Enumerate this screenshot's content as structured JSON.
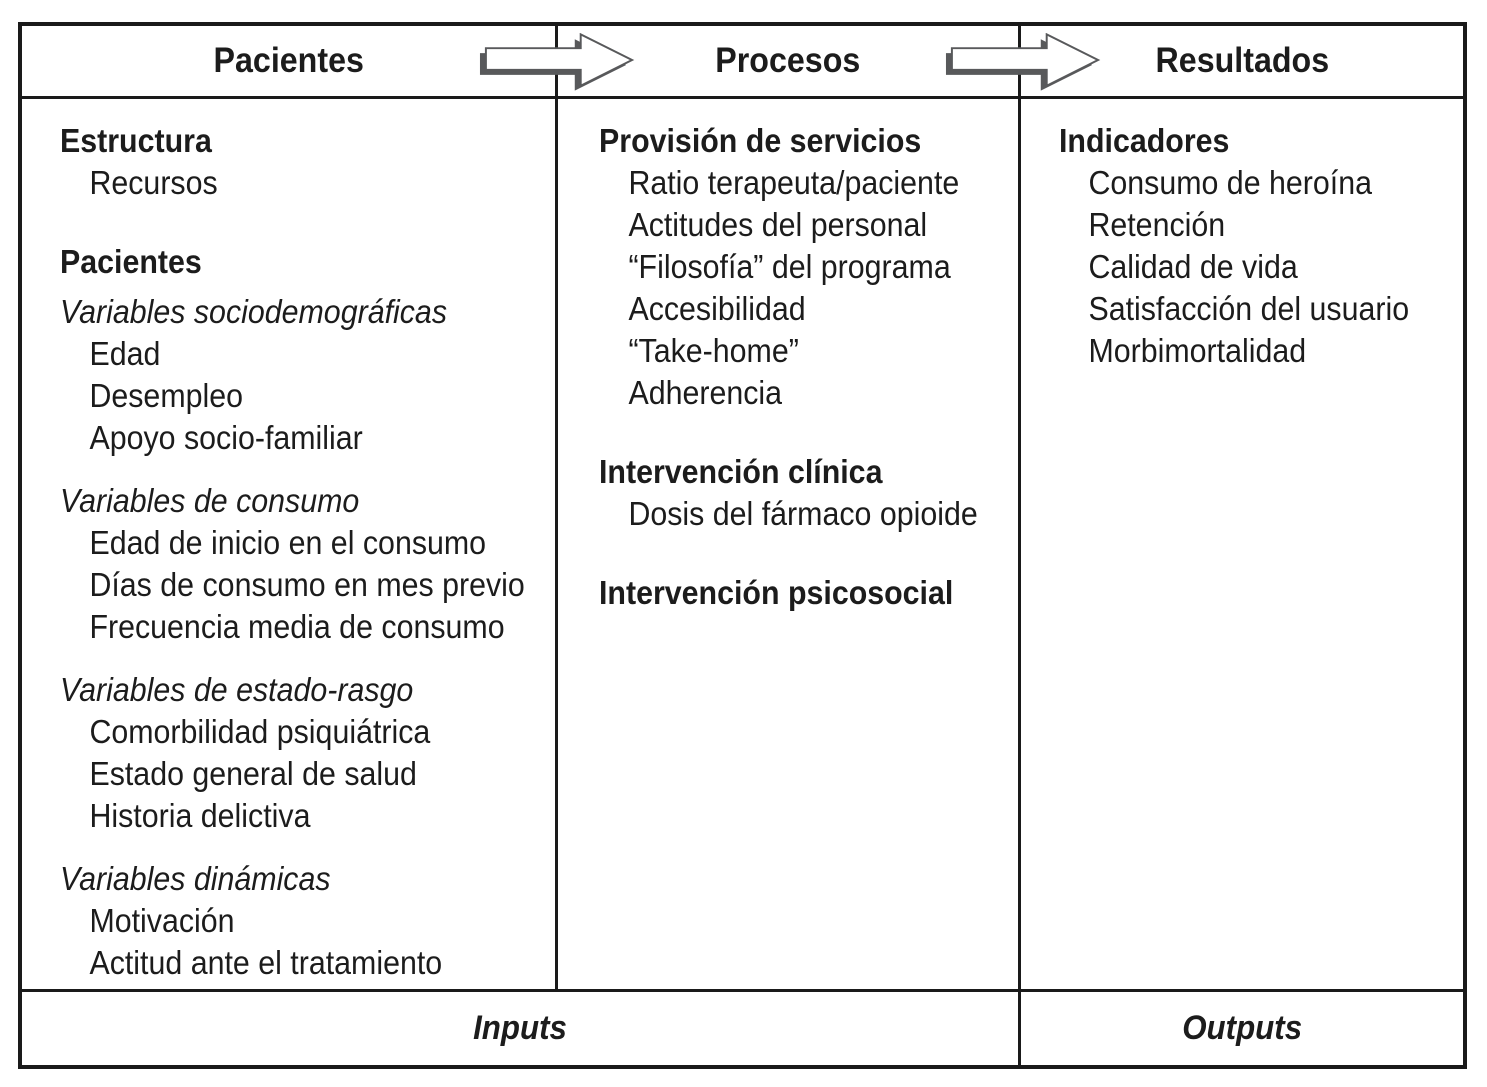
{
  "colors": {
    "text": "#1c1c1c",
    "border": "#1a1a1a",
    "arrow_outline": "#58595b",
    "arrow_fill": "#ffffff",
    "background": "#ffffff"
  },
  "icons": {
    "flow_arrow": "block-arrow-right"
  },
  "header": {
    "columns": [
      "Pacientes",
      "Procesos",
      "Resultados"
    ]
  },
  "columns": [
    {
      "sections": [
        {
          "title": "Estructura",
          "style": "bold",
          "items": [
            "Recursos"
          ]
        },
        {
          "title": "Pacientes",
          "style": "bold",
          "items": []
        },
        {
          "title": "Variables sociodemográficas",
          "style": "italic",
          "items": [
            "Edad",
            "Desempleo",
            "Apoyo socio-familiar"
          ]
        },
        {
          "title": "Variables de consumo",
          "style": "italic",
          "items": [
            "Edad de inicio en el consumo",
            "Días de consumo en mes previo",
            "Frecuencia media de consumo"
          ]
        },
        {
          "title": "Variables de estado-rasgo",
          "style": "italic",
          "items": [
            "Comorbilidad psiquiátrica",
            "Estado general de salud",
            "Historia delictiva"
          ]
        },
        {
          "title": "Variables dinámicas",
          "style": "italic",
          "items": [
            "Motivación",
            "Actitud ante el tratamiento"
          ]
        }
      ]
    },
    {
      "sections": [
        {
          "title": "Provisión de servicios",
          "style": "bold",
          "items": [
            "Ratio terapeuta/paciente",
            "Actitudes del personal",
            "“Filosofía” del programa",
            "Accesibilidad",
            "“Take-home”",
            "Adherencia"
          ]
        },
        {
          "title": "Intervención clínica",
          "style": "bold",
          "items": [
            "Dosis del fármaco opioide"
          ]
        },
        {
          "title": "Intervención psicosocial",
          "style": "bold",
          "items": []
        }
      ]
    },
    {
      "sections": [
        {
          "title": "Indicadores",
          "style": "bold",
          "items": [
            "Consumo de heroína",
            "Retención",
            "Calidad de vida",
            "Satisfacción del usuario",
            "Morbimortalidad"
          ]
        }
      ]
    }
  ],
  "footer": {
    "inputs_label": "Inputs",
    "outputs_label": "Outputs"
  }
}
